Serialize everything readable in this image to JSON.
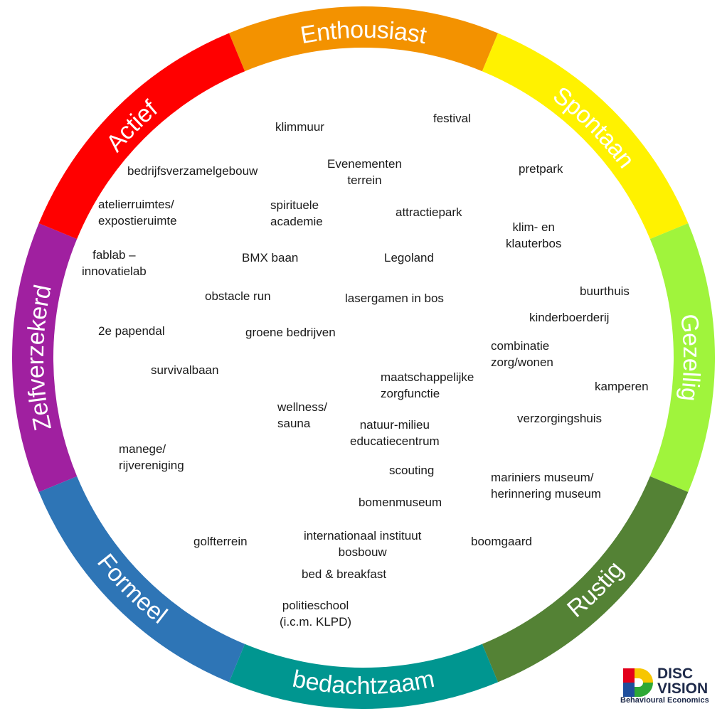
{
  "segments": [
    {
      "label": "Enthousiast",
      "color": "#F39200"
    },
    {
      "label": "Spontaan",
      "color": "#FFF200"
    },
    {
      "label": "Gezellig",
      "color": "#A0F43C"
    },
    {
      "label": "Rustig",
      "color": "#548235"
    },
    {
      "label": "bedachtzaam",
      "color": "#009690"
    },
    {
      "label": "Formeel",
      "color": "#2E75B6"
    },
    {
      "label": "Zelfverzekerd",
      "color": "#A020A0"
    },
    {
      "label": "Actief",
      "color": "#FF0000"
    }
  ],
  "items": {
    "klimmuur": [
      "klimmuur"
    ],
    "festival": [
      "festival"
    ],
    "evenementen": [
      "Evenementen",
      "terrein"
    ],
    "pretpark": [
      "pretpark"
    ],
    "bedrijfsverzamel": [
      "bedrijfsverzamelgebouw"
    ],
    "atelier": [
      "atelierruimtes/",
      "expostieruimte"
    ],
    "spirituele": [
      "spirituele",
      "academie"
    ],
    "attractiepark": [
      "attractiepark"
    ],
    "klimbos": [
      "klim- en",
      "klauterbos"
    ],
    "fablab": [
      "fablab –",
      "innovatielab"
    ],
    "bmx": [
      "BMX baan"
    ],
    "legoland": [
      "Legoland"
    ],
    "buurthuis": [
      "buurthuis"
    ],
    "obstacle": [
      "obstacle run"
    ],
    "lasergamen": [
      "lasergamen in bos"
    ],
    "kinderboerderij": [
      "kinderboerderij"
    ],
    "papendal": [
      "2e papendal"
    ],
    "groene": [
      "groene bedrijven"
    ],
    "combinatie": [
      "combinatie",
      "zorg/wonen"
    ],
    "survival": [
      "survivalbaan"
    ],
    "maatschappelijke": [
      "maatschappelijke",
      "zorgfunctie"
    ],
    "kamperen": [
      "kamperen"
    ],
    "wellness": [
      "wellness/",
      "sauna"
    ],
    "verzorgingshuis": [
      "verzorgingshuis"
    ],
    "natuur": [
      "natuur-milieu",
      "educatiecentrum"
    ],
    "manege": [
      "manege/",
      "rijvereniging"
    ],
    "scouting": [
      "scouting"
    ],
    "mariniers": [
      "mariniers museum/",
      "herinnering museum"
    ],
    "bomenmuseum": [
      "bomenmuseum"
    ],
    "golfterrein": [
      "golfterrein"
    ],
    "internationaal": [
      "internationaal instituut",
      "bosbouw"
    ],
    "boomgaard": [
      "boomgaard"
    ],
    "bnb": [
      "bed & breakfast"
    ],
    "politieschool": [
      "politieschool",
      "(i.c.m. KLPD)"
    ]
  },
  "logo": {
    "line1": "DISC",
    "line2": "VISION",
    "tagline": "Behavioural Economics",
    "colors": {
      "red": "#E3001B",
      "blue": "#1F4E9C",
      "yellow": "#F7C600",
      "green": "#2EA836"
    }
  }
}
